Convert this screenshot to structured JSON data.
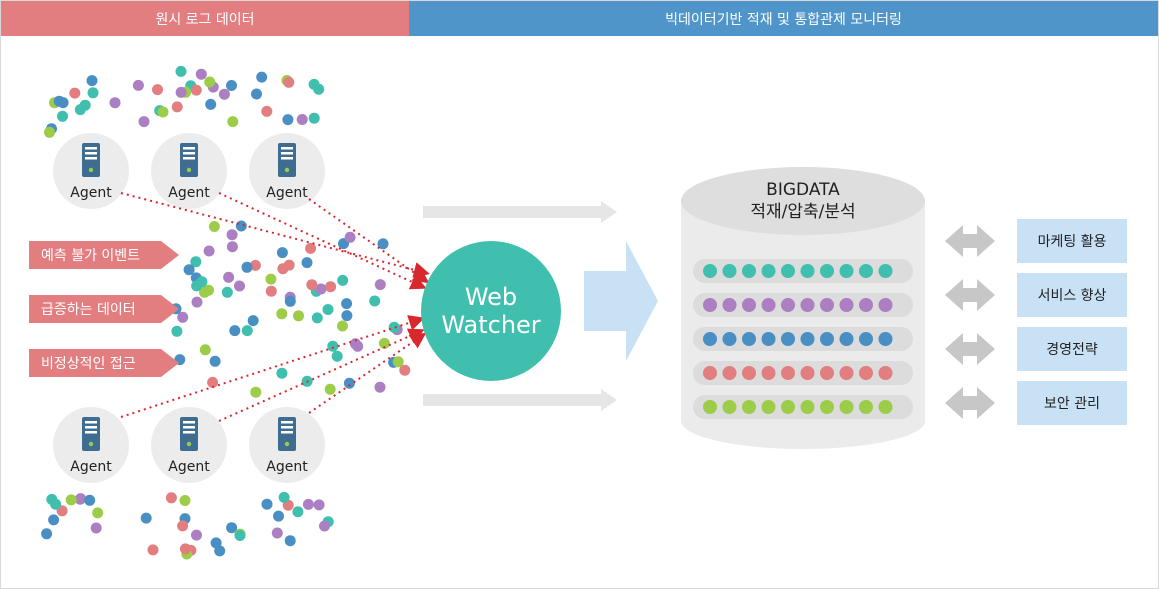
{
  "header": {
    "left_title": "원시 로그 데이터",
    "right_title": "빅데이터기반 적재 및 통합관제 모니터링"
  },
  "agents": {
    "label": "Agent",
    "count": 6
  },
  "events": [
    {
      "label": "예측 불가 이벤트"
    },
    {
      "label": "급증하는 데이터"
    },
    {
      "label": "비정상적인 접근"
    }
  ],
  "web_watcher": {
    "line1": "Web",
    "line2": "Watcher"
  },
  "bigdata": {
    "title_line1": "BIGDATA",
    "title_line2": "적재/압축/분석",
    "row_colors": [
      "#40bfae",
      "#ab7fc2",
      "#4a8fc4",
      "#e27d80",
      "#9ccc48"
    ],
    "dots_per_row": 10
  },
  "uses": [
    {
      "label": "마케팅 활용"
    },
    {
      "label": "서비스 향상"
    },
    {
      "label": "경영전략"
    },
    {
      "label": "보안 관리"
    }
  ],
  "colors": {
    "pink": "#e27d80",
    "blue_header": "#4f95c9",
    "teal": "#40bfae",
    "light_blue_box": "#c9e1f5",
    "arrow_gray": "#c7c7c7",
    "dotted_line_red": "#d9272e",
    "big_arrow": "#c9e1f5"
  },
  "icons": {
    "agent": "server-icon",
    "connector": "double-arrow-icon"
  }
}
